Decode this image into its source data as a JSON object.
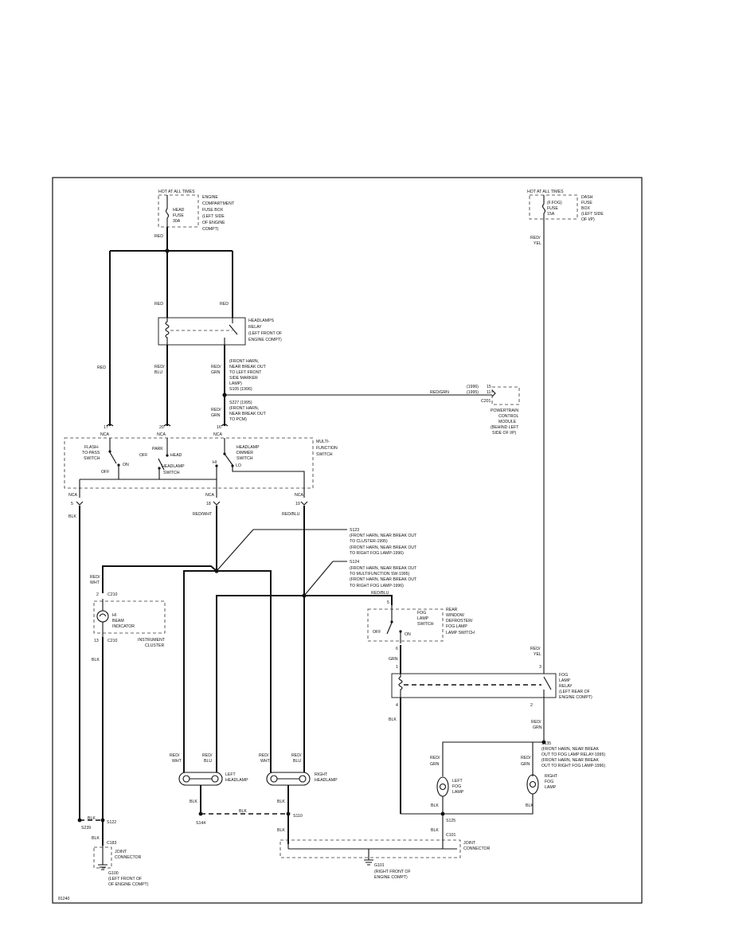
{
  "figure_id": "81240",
  "power": {
    "left_source": "HOT AT ALL TIMES",
    "left_box": [
      "ENGINE",
      "COMPARTMENT",
      "FUSE BOX",
      "(LEFT SIDE",
      "OF ENGINE",
      "COMPT)"
    ],
    "left_fuse": [
      "HEAD",
      "FUSE",
      "30A"
    ],
    "right_source": "HOT AT ALL TIMES",
    "right_box": [
      "DASH",
      "FUSE",
      "BOX",
      "(LEFT SIDE",
      "OF I/P)"
    ],
    "right_fuse": [
      "(F.FOG)",
      "FUSE",
      "15A"
    ]
  },
  "wire_colors": {
    "red": "RED",
    "red_yel": "RED/",
    "yel": "YEL",
    "red_blu": "RED/",
    "blu": "BLU",
    "red_grn": "RED/",
    "grn": "GRN",
    "red_grn_inline": "RED/GRN",
    "red_wht_inline": "RED/WHT",
    "red_blu_inline": "RED/BLU",
    "blk": "BLK",
    "grn_only": "GRN",
    "wht": "WHT"
  },
  "headlamp_relay": [
    "HEADLAMPS",
    "RELAY",
    "(LEFT FRONT OF",
    "ENGINE COMPT)"
  ],
  "splice_s105": [
    "(FRONT HARN,",
    "NEAR BREAK OUT",
    "TO LEFT FRONT",
    "SIDE MARKER",
    "LAMP)",
    "S105 (1996)"
  ],
  "splice_s227": [
    "S227 (1995)",
    "(FRONT HARN,",
    "NEAR BREAK OUT",
    "TO PCM)"
  ],
  "pcm": {
    "pins": [
      "(1996)",
      "(1995)"
    ],
    "pin_nums": [
      "15",
      "11"
    ],
    "connector": "C201",
    "label": [
      "POWERTRAIN",
      "CONTROL",
      "MODULE",
      "(BEHIND LEFT",
      "SIDE OF I/P)"
    ]
  },
  "multifunction": {
    "label": [
      "MULTI-",
      "FUNCTION",
      "SWITCH"
    ],
    "flash_label": [
      "FLASH-",
      "TO-PASS",
      "SWITCH"
    ],
    "headlamp_switch": [
      "HEADLAMP",
      "SWITCH"
    ],
    "dimmer_label": [
      "HEADLAMP",
      "DIMMER",
      "SWITCH"
    ],
    "pos_off": "OFF",
    "pos_on": "ON",
    "pos_park": "PARK",
    "pos_head": "HEAD",
    "pos_hi": "HI",
    "pos_lo": "LO",
    "pins_top": [
      "17",
      "20",
      "16"
    ],
    "pins_bottom": [
      "5",
      "18",
      "19"
    ],
    "nca": "NCA"
  },
  "s123": [
    "S123",
    "(FRONT HARN, NEAR BREAK OUT",
    "TO CLUSTER-1995)",
    "(FRONT HARN, NEAR BREAK OUT",
    "TO RIGHT FOG LAMP-1996)"
  ],
  "s124": [
    "S124",
    "(FRONT HARN, NEAR BREAK OUT",
    "TO MULTIFUNCTION SW-1995)",
    "(FRONT HARN, NEAR BREAK OUT",
    "TO RIGHT FOG LAMP-1996)"
  ],
  "cluster": {
    "connector": "C210",
    "indicator": [
      "HI",
      "BEAM",
      "INDICATOR"
    ],
    "label": [
      "INSTRUMENT",
      "CLUSTER"
    ],
    "pins": [
      "2",
      "13"
    ]
  },
  "fog_switch": {
    "label": [
      "REAR",
      "WINDOW",
      "DEFROSTER/",
      "FOG LAMP",
      "LAMP SWITCH"
    ],
    "inner": [
      "FOG",
      "LAMP",
      "SWITCH"
    ],
    "pos_off": "OFF",
    "pos_on": "ON",
    "pins": [
      "5",
      "6"
    ]
  },
  "fog_relay": {
    "label": [
      "FOG",
      "LAMP",
      "RELAY",
      "(LEFT REAR OF",
      "ENGINE COMPT)"
    ],
    "pins": [
      "3",
      "1",
      "4",
      "2"
    ]
  },
  "s135": [
    "S135",
    "(FRONT HARN, NEAR BREAK",
    "OUT TO FOG LAMP RELAY-1995)",
    "(FRONT HARN, NEAR BREAK",
    "OUT TO RIGHT FOG LAMP-1996)"
  ],
  "lamps": {
    "left_head": [
      "LEFT",
      "HEADLAMP"
    ],
    "right_head": [
      "RIGHT",
      "HEADLAMP"
    ],
    "left_fog": [
      "LEFT",
      "FOG",
      "LAMP"
    ],
    "right_fog": [
      "RIGHT",
      "FOG",
      "LAMP"
    ]
  },
  "grounds": {
    "s122": "S122",
    "s239": "S239",
    "s144": "S144",
    "s110": "S110",
    "s125": "S125",
    "c183": "C183",
    "c101": "C101",
    "g100": [
      "G100",
      "(LEFT FRONT OF",
      "OF ENGINE COMPT)"
    ],
    "g101": [
      "G101",
      "(RIGHT FRONT OF",
      "ENGINE COMPT)"
    ],
    "joint_left": [
      "JOINT",
      "CONNECTOR"
    ],
    "joint_right": [
      "JOINT",
      "CONNECTOR"
    ]
  }
}
